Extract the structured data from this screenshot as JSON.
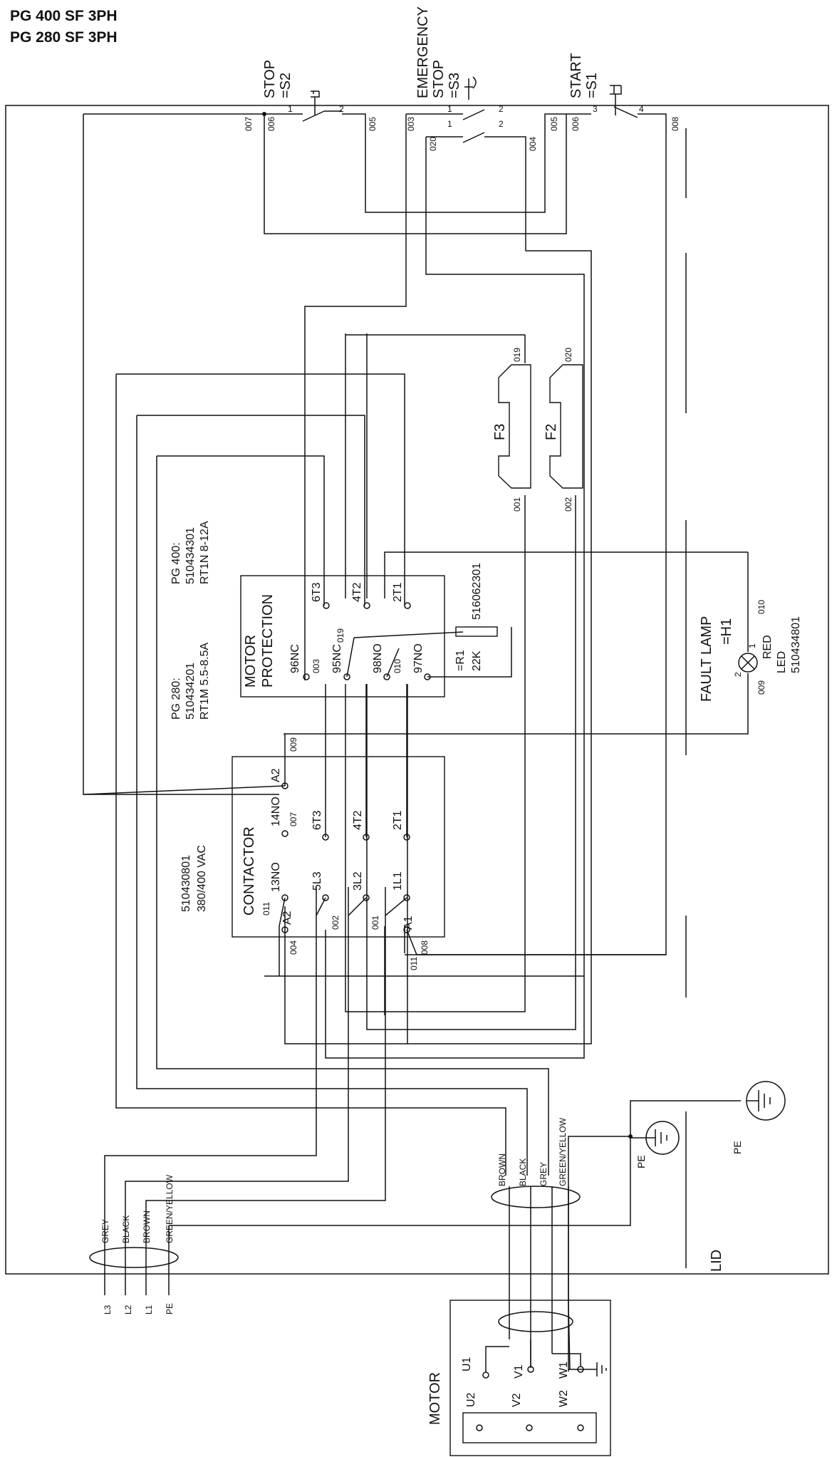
{
  "title": {
    "line1": "PG 400 SF 3PH",
    "line2": "PG 280 SF 3PH"
  },
  "switches": {
    "stop": {
      "label": "STOP",
      "ref": "=S2"
    },
    "emergency": {
      "label1": "EMERGENCY",
      "label2": "STOP",
      "ref": "=S3"
    },
    "start": {
      "label": "START",
      "ref": "=S1"
    }
  },
  "terminals_top": [
    "007",
    "006",
    "005",
    "003",
    "020",
    "004",
    "005",
    "006",
    "008"
  ],
  "pin_numbers": {
    "p1": "1",
    "p2": "2",
    "p3": "3",
    "p4": "4"
  },
  "fuses": {
    "f3": {
      "label": "F3",
      "top": "019",
      "bottom": "001"
    },
    "f2": {
      "label": "F2",
      "top": "020",
      "bottom": "002"
    }
  },
  "motor_protection": {
    "title1": "MOTOR",
    "title2": "PROTECTION",
    "pins": [
      "96NC",
      "95NC",
      "019",
      "98NO",
      "97NO",
      "6T3",
      "4T2",
      "2T1"
    ],
    "wire_labels": [
      "003",
      "010"
    ],
    "pg400": {
      "line1": "PG 400:",
      "line2": "510434301",
      "line3": "RT1N 8-12A"
    },
    "pg280": {
      "line1": "PG 280:",
      "line2": "510434201",
      "line3": "RT1M 5.5-8.5A"
    }
  },
  "resistor": {
    "part": "516062301",
    "ref": "=R1",
    "value": "22K"
  },
  "fault_lamp": {
    "label": "FAULT LAMP",
    "ref": "=H1",
    "color": "RED",
    "type": "LED",
    "part": "510434801",
    "wire_top": "010",
    "wire_bottom": "009"
  },
  "contactor": {
    "title": "CONTACTOR",
    "part": "510430801",
    "voltage": "380/400 VAC",
    "pins_top": [
      "A2",
      "14NO",
      "6T3",
      "4T2",
      "2T1"
    ],
    "pins_bottom": [
      "A2",
      "13NO",
      "5L3",
      "3L2",
      "1L1",
      "A1"
    ],
    "wire_labels": [
      "009",
      "007",
      "011",
      "004",
      "002",
      "001",
      "011",
      "008"
    ]
  },
  "supply": {
    "cable_colors": [
      "GREY",
      "BLACK",
      "BROWN",
      "GREEN/YELLOW"
    ],
    "lines": [
      "L3",
      "L2",
      "L1",
      "PE"
    ]
  },
  "motor_cable": {
    "colors": [
      "BROWN",
      "BLACK",
      "GREY",
      "GREEN/YELLOW"
    ]
  },
  "earth": {
    "pe1": "PE",
    "pe2": "PE"
  },
  "lid": "LID",
  "motor": {
    "label": "MOTOR",
    "pins_top": [
      "U1",
      "V1",
      "W1"
    ],
    "pins_bottom": [
      "U2",
      "V2",
      "W2"
    ]
  }
}
